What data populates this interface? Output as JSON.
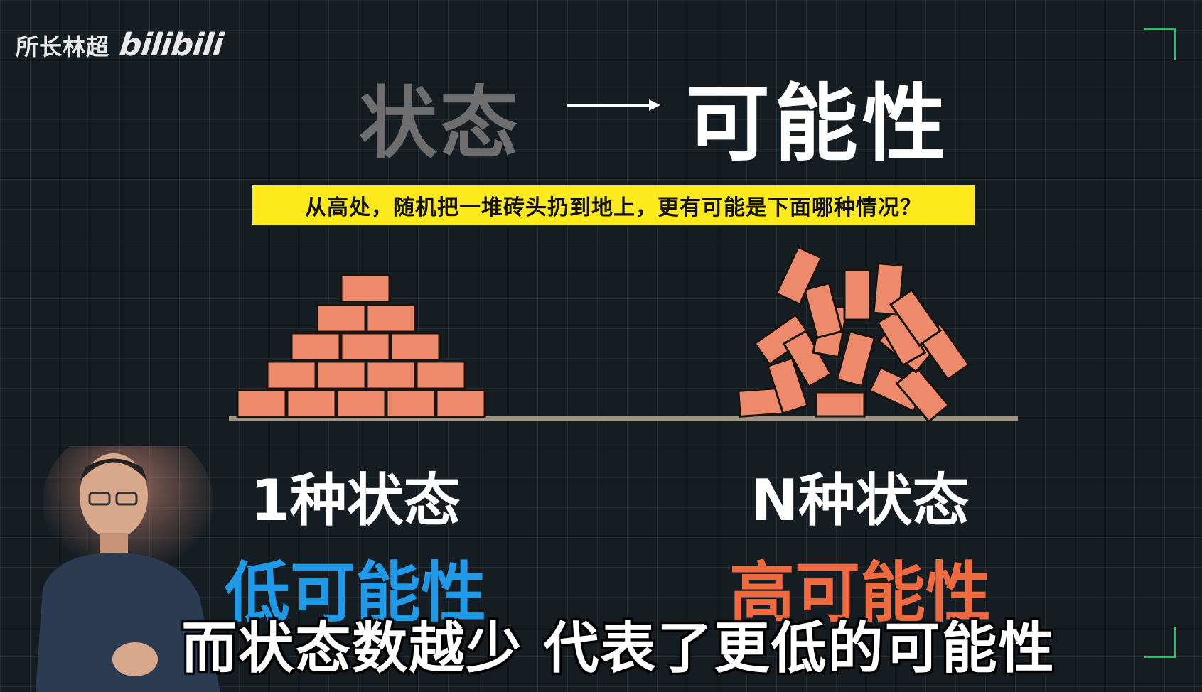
{
  "watermark": {
    "channel": "所长林超",
    "logo": "bilibili"
  },
  "headline": {
    "from": "状态",
    "to": "可能性"
  },
  "question": "从高处，随机把一堆砖头扔到地上，更有可能是下面哪种情况？",
  "left": {
    "states": "1种状态",
    "probability": "低可能性"
  },
  "right": {
    "states": "N种状态",
    "probability": "高可能性"
  },
  "subtitle": "而状态数越少 代表了更低的可能性",
  "colors": {
    "brick": "#ee8a6c",
    "low": "#1e9ae8",
    "high": "#f06a3f",
    "highlight": "#fdea1d",
    "frame": "#22c55e"
  }
}
